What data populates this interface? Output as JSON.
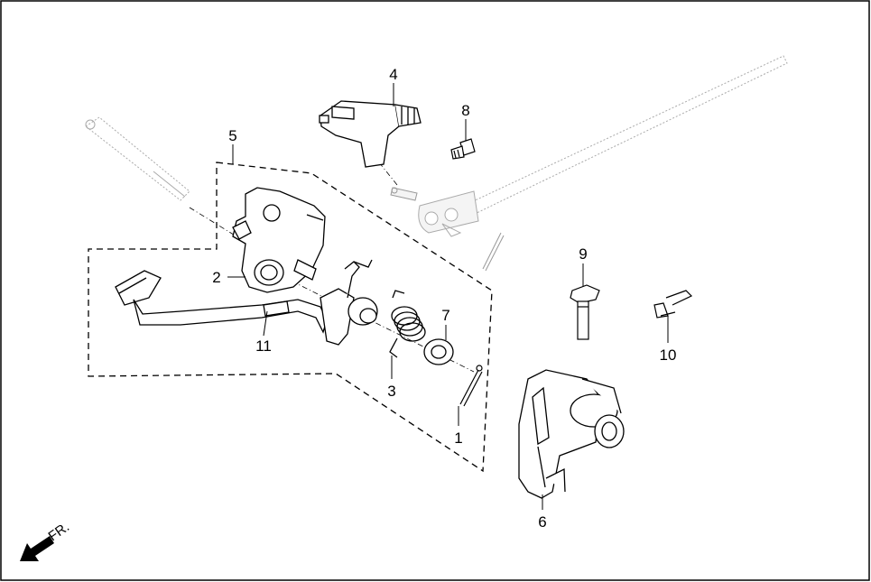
{
  "diagram": {
    "callouts": [
      "1",
      "2",
      "3",
      "4",
      "5",
      "6",
      "7",
      "8",
      "9",
      "10",
      "11"
    ],
    "direction_label": "FR."
  }
}
